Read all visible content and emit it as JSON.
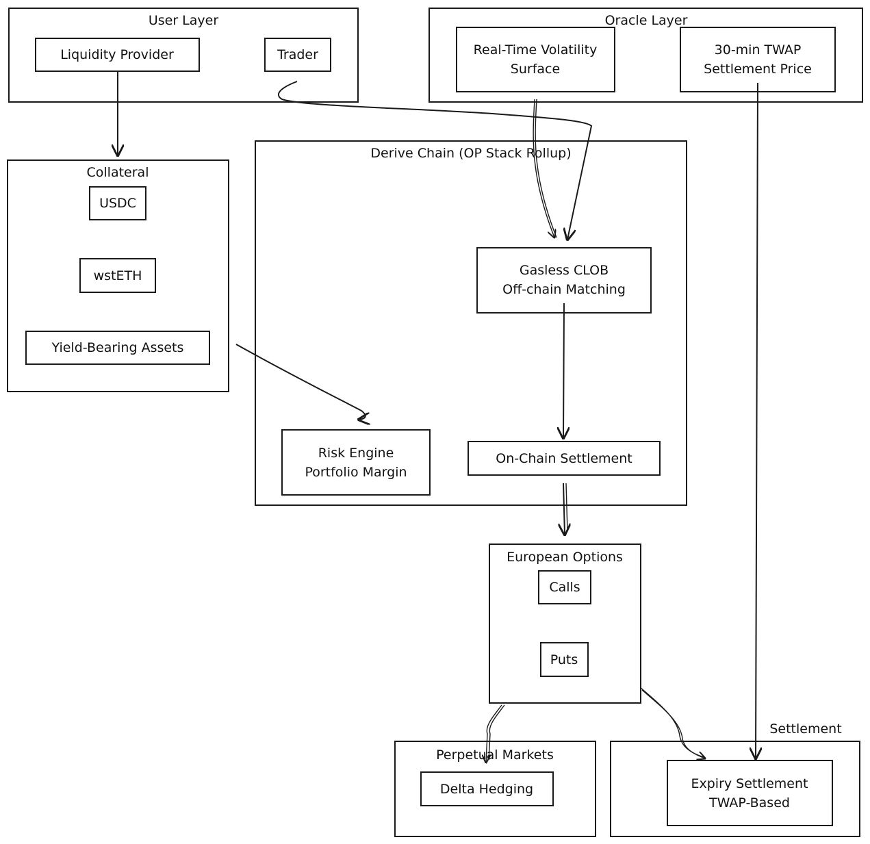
{
  "groups": {
    "user_layer": "User Layer",
    "oracle_layer": "Oracle Layer",
    "collateral": "Collateral",
    "derive_chain": "Derive Chain (OP Stack Rollup)",
    "european_options": "European Options",
    "perpetual_markets": "Perpetual Markets",
    "settlement": "Settlement"
  },
  "nodes": {
    "liquidity_provider": "Liquidity Provider",
    "trader": "Trader",
    "volatility_line1": "Real-Time Volatility",
    "volatility_line2": "Surface",
    "twap_line1": "30-min TWAP",
    "twap_line2": "Settlement Price",
    "usdc": "USDC",
    "wsteth": "wstETH",
    "yield_bearing": "Yield-Bearing Assets",
    "clob_line1": "Gasless CLOB",
    "clob_line2": "Off-chain Matching",
    "risk_line1": "Risk Engine",
    "risk_line2": "Portfolio Margin",
    "onchain_settlement": "On-Chain Settlement",
    "calls": "Calls",
    "puts": "Puts",
    "delta_hedging": "Delta Hedging",
    "expiry_line1": "Expiry Settlement",
    "expiry_line2": "TWAP-Based"
  }
}
